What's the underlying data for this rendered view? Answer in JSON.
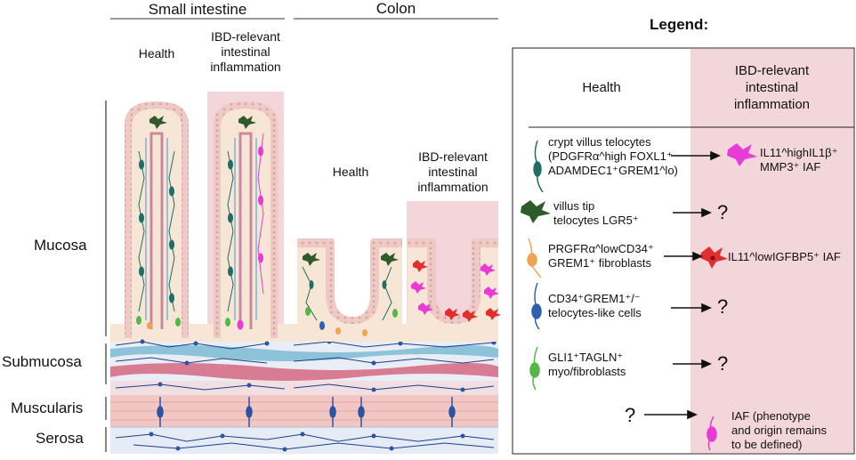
{
  "headers": {
    "small_intestine": "Small intestine",
    "colon": "Colon",
    "legend": "Legend:"
  },
  "columns": {
    "si_health": "Health",
    "si_ibd": [
      "IBD-relevant",
      "intestinal",
      "inflammation"
    ],
    "colon_health": "Health",
    "colon_ibd": [
      "IBD-relevant",
      "intestinal",
      "inflammation"
    ]
  },
  "layers": {
    "mucosa": "Mucosa",
    "submucosa": "Submucosa",
    "muscularis": "Muscularis",
    "serosa": "Serosa"
  },
  "legend": {
    "health_header": "Health",
    "ibd_header": [
      "IBD-relevant",
      "intestinal",
      "inflammation"
    ],
    "rows": [
      {
        "left": [
          "crypt villus telocytes",
          "(PDGFRα^high FOXL1⁺",
          "ADAMDEC1⁺GREM1^lo)"
        ],
        "right": [
          "IL11^highIL1β⁺",
          "MMP3⁺ IAF"
        ]
      },
      {
        "left": [
          "villus tip",
          "telocytes LGR5⁺"
        ],
        "right": "?"
      },
      {
        "left": [
          "PRGFRα^lowCD34⁺",
          "GREM1⁺ fibroblasts"
        ],
        "right": [
          "IL11^lowIGFBP5⁺ IAF"
        ]
      },
      {
        "left": [
          "CD34⁺GREM1⁺/⁻",
          "telocytes-like cells"
        ],
        "right": "?"
      },
      {
        "left": [
          "GLI1⁺TAGLN⁺",
          "myo/fibroblasts"
        ],
        "right": "?"
      },
      {
        "left": "?",
        "right": [
          "IAF (phenotype",
          "and origin remains",
          "to be defined)"
        ]
      }
    ]
  },
  "colors": {
    "ibd_bg": "#f3d6d9",
    "crypt_telocyte": "#1f6e63",
    "tip_telocyte": "#2f5a2a",
    "fibroblast": "#f0a355",
    "telocyte_like": "#2f5fb0",
    "myofibroblast": "#54b847",
    "iaf_high": "#e83ad4",
    "iaf_low": "#e02f2f"
  }
}
